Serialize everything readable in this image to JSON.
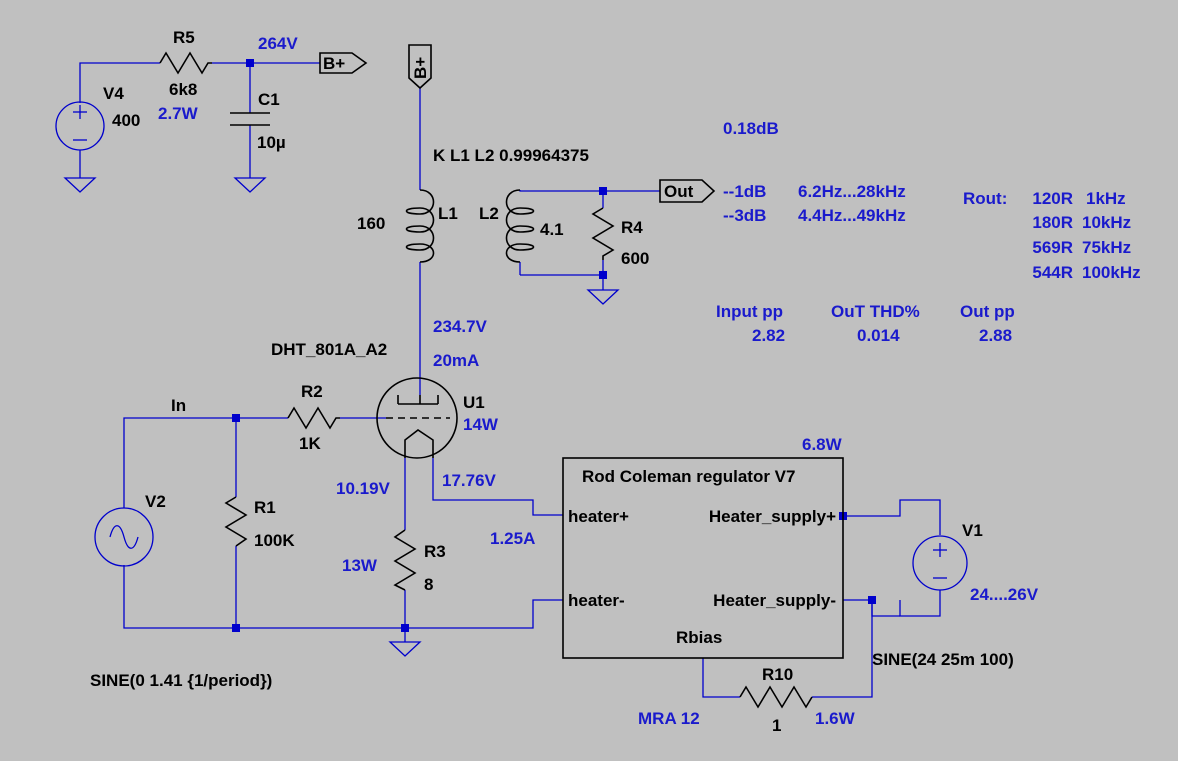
{
  "schematic": {
    "v4": {
      "name": "V4",
      "value": "400"
    },
    "r5": {
      "name": "R5",
      "value": "6k8",
      "power": "2.7W"
    },
    "c1": {
      "name": "C1",
      "value": "10µ"
    },
    "node_bplus_voltage": "264V",
    "flag_bplus_out": "B+",
    "flag_bplus_in": "B+",
    "coupling": "K L1 L2  0.99964375",
    "l1": {
      "name": "L1",
      "value": "160"
    },
    "l2": {
      "name": "L2",
      "value": "4.1"
    },
    "r4": {
      "name": "R4",
      "value": "600"
    },
    "out_flag": "Out",
    "tube": {
      "model": "DHT_801A_A2",
      "name": "U1",
      "plate_voltage": "234.7V",
      "plate_current": "20mA",
      "power": "14W",
      "grid_voltage": "10.19V",
      "filament_voltage": "17.76V",
      "filament_current": "1.25A"
    },
    "r2": {
      "name": "R2",
      "value": "1K"
    },
    "r1": {
      "name": "R1",
      "value": "100K"
    },
    "r3": {
      "name": "R3",
      "value": "8",
      "power": "13W"
    },
    "v2": {
      "name": "V2",
      "source": "SINE(0 1.41 {1/period})"
    },
    "net_in": "In",
    "regulator": {
      "title": "Rod Coleman regulator V7",
      "power": "6.8W",
      "pin_heater_plus": "heater+",
      "pin_heater_minus": "heater-",
      "pin_supply_plus": "Heater_supply+",
      "pin_supply_minus": "Heater_supply-",
      "pin_rbias": "Rbias"
    },
    "v1": {
      "name": "V1",
      "value": "24....26V",
      "source": "SINE(24 25m 100)"
    },
    "r10": {
      "name": "R10",
      "value": "1",
      "power": "1.6W",
      "model": "MRA 12"
    }
  },
  "results": {
    "gain": "0.18dB",
    "bw_1db_label": "--1dB",
    "bw_1db_range": "6.2Hz...28kHz",
    "bw_3db_label": "--3dB",
    "bw_3db_range": "4.4Hz...49kHz",
    "rout_label": "Rout:",
    "rout": [
      {
        "r": "120R",
        "f": "1kHz"
      },
      {
        "r": "180R",
        "f": "10kHz"
      },
      {
        "r": "569R",
        "f": "75kHz"
      },
      {
        "r": "544R",
        "f": "100kHz"
      }
    ],
    "input_pp_label": "Input pp",
    "input_pp": "2.82",
    "thd_label": "OuT THD%",
    "thd": "0.014",
    "output_pp_label": "Out pp",
    "output_pp": "2.88"
  },
  "colors": {
    "background": "#c0c0c0",
    "wire": "#0000cc",
    "value_text": "#1a1acc",
    "label_text": "#000000"
  }
}
